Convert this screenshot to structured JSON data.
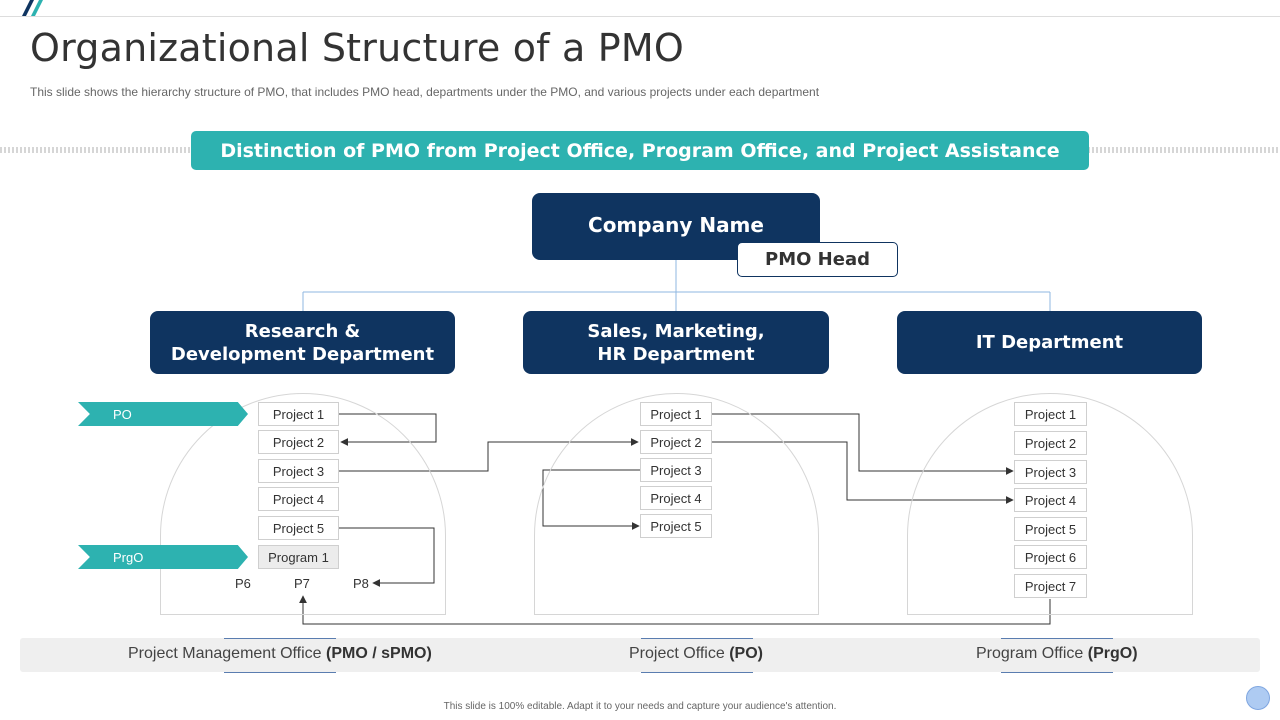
{
  "title": "Organizational Structure of a PMO",
  "subtitle": "This slide shows the hierarchy structure of PMO,  that includes PMO head, departments under the PMO,  and various projects under each department",
  "banner": "Distinction of PMO from Project Office, Program Office, and Project Assistance",
  "company": "Company Name",
  "pmo_head": "PMO Head",
  "departments": [
    {
      "line1": "Research &",
      "line2": "Development Department"
    },
    {
      "line1": "Sales, Marketing,",
      "line2": "HR Department"
    },
    {
      "line1": "IT Department",
      "line2": ""
    }
  ],
  "tags": {
    "po": "PO",
    "prgo": "PrgO"
  },
  "dept1_items": [
    "Project 1",
    "Project 2",
    "Project 3",
    "Project 4",
    "Project 5",
    "Program  1"
  ],
  "dept1_subs": [
    "P6",
    "P7",
    "P8"
  ],
  "dept2_items": [
    "Project 1",
    "Project 2",
    "Project 3",
    "Project 4",
    "Project 5"
  ],
  "dept3_items": [
    "Project 1",
    "Project 2",
    "Project 3",
    "Project 4",
    "Project 5",
    "Project 6",
    "Project 7"
  ],
  "footer": {
    "pmo_text": "Project Management Office ",
    "pmo_bold": "(PMO / sPMO)",
    "po_text": "Project Office ",
    "po_bold": "(PO)",
    "prgo_text": "Program Office ",
    "prgo_bold": "(PrgO)"
  },
  "note": "This slide is 100% editable. Adapt it to your needs and capture your audience's attention.",
  "colors": {
    "navy": "#0f3460",
    "teal": "#2db2b0"
  }
}
